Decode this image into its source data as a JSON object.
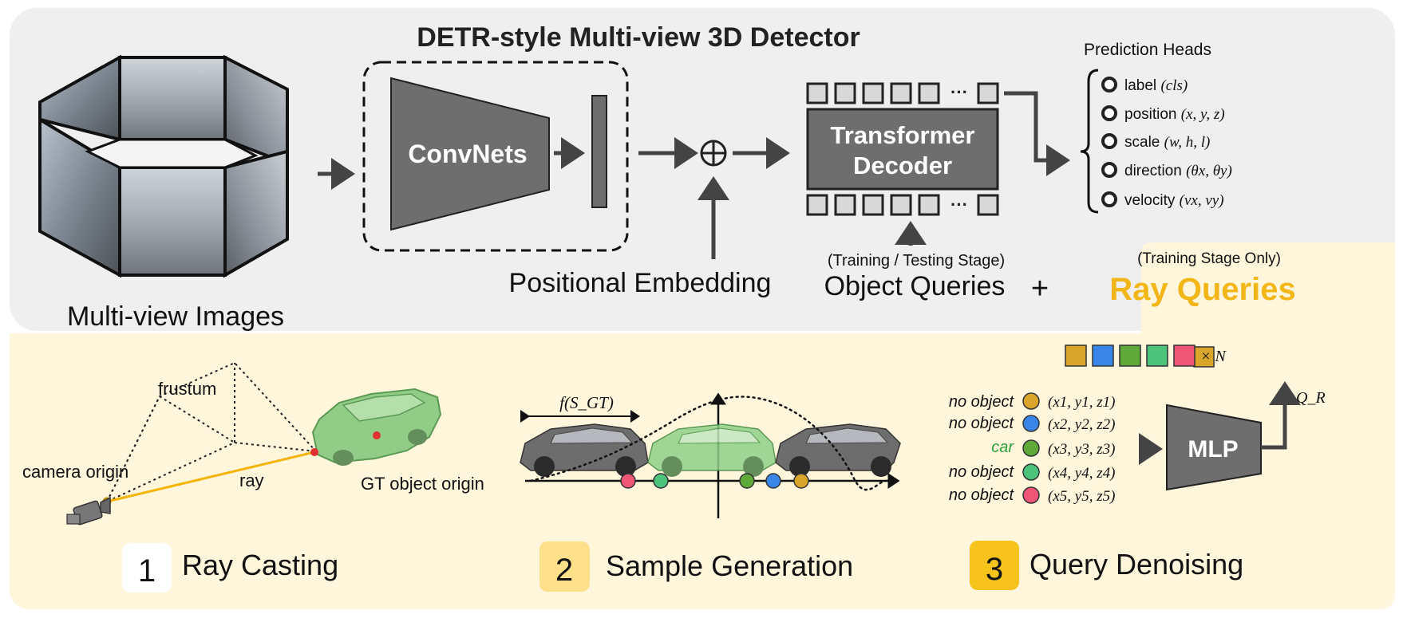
{
  "title": "DETR-style Multi-view 3D Detector",
  "labels": {
    "multiview_images": "Multi-view Images",
    "convnets": "ConvNets",
    "positional_embedding": "Positional Embedding",
    "transformer_decoder_line1": "Transformer",
    "transformer_decoder_line2": "Decoder",
    "object_queries": "Object Queries",
    "object_queries_note": "(Training / Testing Stage)",
    "ray_queries": "Ray Queries",
    "ray_queries_note": "(Training Stage Only)",
    "plus": "+",
    "times_n": "× N",
    "ellipsis": "···"
  },
  "prediction_heads": {
    "title": "Prediction Heads",
    "items": [
      {
        "name": "label",
        "param": "(cls)"
      },
      {
        "name": "position",
        "param": "(x, y, z)"
      },
      {
        "name": "scale",
        "param": "(w, h, l)"
      },
      {
        "name": "direction",
        "param": "(θx, θy)"
      },
      {
        "name": "velocity",
        "param": "(vx, vy)"
      }
    ]
  },
  "ray_casting": {
    "frustum": "frustum",
    "camera_origin": "camera origin",
    "ray": "ray",
    "gt_object_origin": "GT object origin"
  },
  "sample_generation": {
    "width_label": "f(S_GT)"
  },
  "query_denoising": {
    "rows": [
      {
        "label": "no object",
        "coords": "(x1, y1, z1)",
        "color": "#D9A52A"
      },
      {
        "label": "no object",
        "coords": "(x2, y2, z2)",
        "color": "#3A86E8"
      },
      {
        "label": "car",
        "coords": "(x3, y3, z3)",
        "color": "#5FA83A"
      },
      {
        "label": "no object",
        "coords": "(x4, y4, z4)",
        "color": "#4CC27A"
      },
      {
        "label": "no object",
        "coords": "(x5, y5, z5)",
        "color": "#EE5577"
      }
    ],
    "mlp": "MLP",
    "qr": "Q_R"
  },
  "steps": [
    {
      "number": "1",
      "label": "Ray Casting"
    },
    {
      "number": "2",
      "label": "Sample Generation"
    },
    {
      "number": "3",
      "label": "Query Denoising"
    }
  ],
  "colors": {
    "top_panel": "#EFEFEF",
    "bottom_panel": "#FFF6DC",
    "block_gray": "#6E6E6E",
    "ray_queries_accent": "#F2B619",
    "car_green": "#2E9E3A",
    "ray_color": "#F4B400"
  }
}
